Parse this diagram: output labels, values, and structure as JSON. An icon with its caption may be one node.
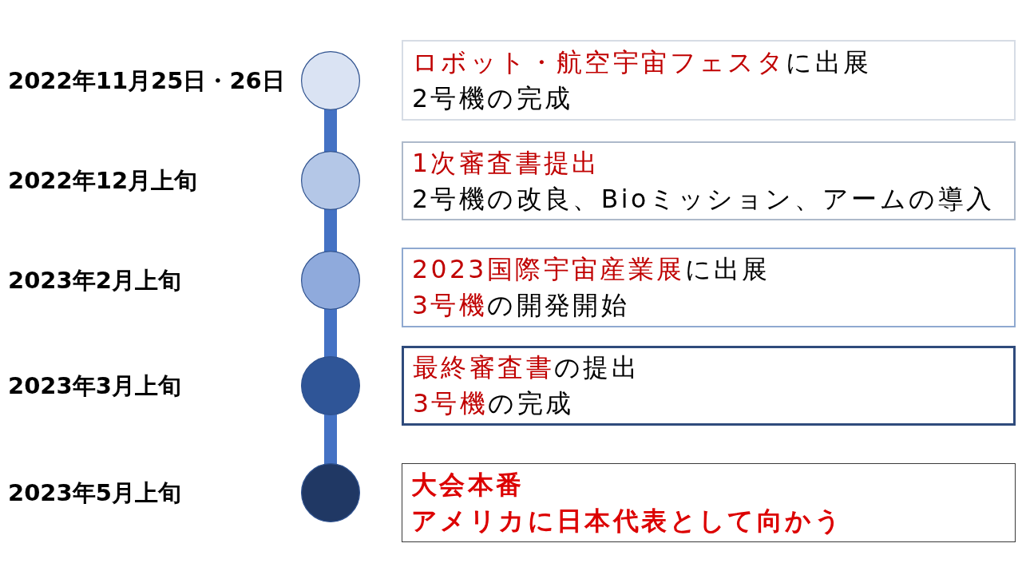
{
  "diagram": {
    "nodes": [
      {
        "text": [],
        "shape": "circle"
      },
      {
        "text": [
          "ロボット・航空宇宙フェスタに出展",
          "2号機の完成"
        ]
      },
      {
        "text": [],
        "shape": "circle"
      },
      {
        "text": [
          "1次審査書提出",
          "2号機の改良、Bioミッション、アームの導入"
        ]
      },
      {
        "text": [],
        "shape": "circle"
      },
      {
        "text": [
          "2023国際宇宙産業展に出展",
          "3号機の開発開始"
        ]
      },
      {
        "text": [],
        "shape": "circle"
      },
      {
        "text": [
          "最終審査書の提出",
          "3号機の完成"
        ]
      },
      {
        "text": [],
        "shape": "circle"
      },
      {
        "text": [
          "大会本番",
          "アメリカに日本代表として向かう"
        ]
      }
    ],
    "edges": [
      {
        "from": 0,
        "to": 2,
        "arrow": "none"
      },
      {
        "from": 2,
        "to": 4,
        "arrow": "none"
      },
      {
        "from": 4,
        "to": 6,
        "arrow": "none"
      },
      {
        "from": 6,
        "to": 8,
        "arrow": "none"
      }
    ],
    "labels": [
      "2022年11月25日・26日",
      "2022年12月上旬",
      "2023年2月上旬",
      "2023年3月上旬",
      "2023年5月上旬"
    ]
  }
}
